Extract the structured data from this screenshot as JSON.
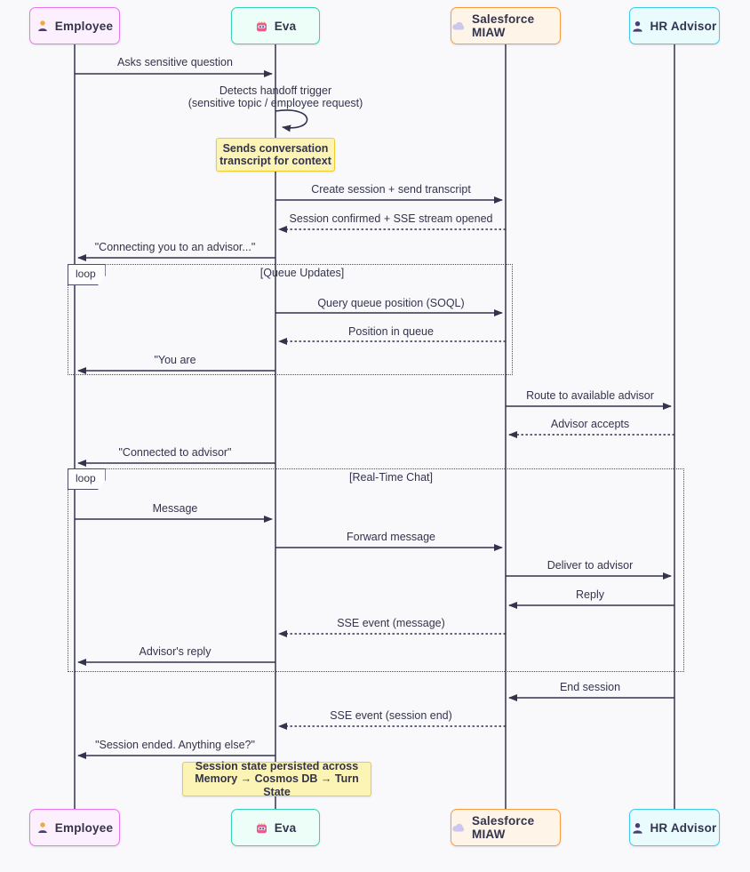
{
  "diagram_type": "sequence-diagram",
  "colors": {
    "background": "#F9F9FB",
    "text": "#33334D",
    "line": "#33334D",
    "employee_border": "#EA75EE",
    "employee_fill": "#FDF0FE",
    "eva_border": "#34D3B2",
    "eva_fill": "#EDFDF8",
    "miaw_border": "#F79B3E",
    "miaw_fill": "#FEF4E8",
    "hr_border": "#3ECDE8",
    "hr_fill": "#EAFBFE",
    "note_border": "#EDCE2E",
    "note_fill": "#FCF4B5"
  },
  "actors": [
    {
      "name": "Employee",
      "icon": "person-icon"
    },
    {
      "name": "Eva",
      "icon": "robot-icon"
    },
    {
      "name": "Salesforce MIAW",
      "icon": "cloud-icon"
    },
    {
      "name": "HR Advisor",
      "icon": "bust-silhouette-icon"
    }
  ],
  "messages": [
    {
      "label": "Asks sensitive question",
      "from": "Employee",
      "to": "Eva",
      "style": "solid"
    },
    {
      "label": "Detects handoff trigger",
      "label2": "(sensitive topic / employee request)",
      "from": "Eva",
      "to": "Eva",
      "style": "self"
    },
    {
      "label": "Create session + send transcript",
      "from": "Eva",
      "to": "Salesforce MIAW",
      "style": "solid"
    },
    {
      "label": "Session confirmed + SSE stream opened",
      "from": "Salesforce MIAW",
      "to": "Eva",
      "style": "dotted"
    },
    {
      "label": "\"Connecting you to an advisor...\"",
      "from": "Eva",
      "to": "Employee",
      "style": "solid"
    },
    {
      "label": "Query queue position (SOQL)",
      "from": "Eva",
      "to": "Salesforce MIAW",
      "style": "solid"
    },
    {
      "label": "Position in queue",
      "from": "Salesforce MIAW",
      "to": "Eva",
      "style": "dotted"
    },
    {
      "label": "\"You are",
      "from": "Eva",
      "to": "Employee",
      "style": "solid"
    },
    {
      "label": "Route to available advisor",
      "from": "Salesforce MIAW",
      "to": "HR Advisor",
      "style": "solid"
    },
    {
      "label": "Advisor accepts",
      "from": "HR Advisor",
      "to": "Salesforce MIAW",
      "style": "dotted"
    },
    {
      "label": "\"Connected to advisor\"",
      "from": "Eva",
      "to": "Employee",
      "style": "solid"
    },
    {
      "label": "Message",
      "from": "Employee",
      "to": "Eva",
      "style": "solid"
    },
    {
      "label": "Forward message",
      "from": "Eva",
      "to": "Salesforce MIAW",
      "style": "solid"
    },
    {
      "label": "Deliver to advisor",
      "from": "Salesforce MIAW",
      "to": "HR Advisor",
      "style": "solid"
    },
    {
      "label": "Reply",
      "from": "HR Advisor",
      "to": "Salesforce MIAW",
      "style": "solid"
    },
    {
      "label": "SSE event (message)",
      "from": "Salesforce MIAW",
      "to": "Eva",
      "style": "dotted"
    },
    {
      "label": "Advisor's reply",
      "from": "Eva",
      "to": "Employee",
      "style": "solid"
    },
    {
      "label": "End session",
      "from": "HR Advisor",
      "to": "Salesforce MIAW",
      "style": "solid"
    },
    {
      "label": "SSE event (session end)",
      "from": "Salesforce MIAW",
      "to": "Eva",
      "style": "dotted"
    },
    {
      "label": "\"Session ended. Anything else?\"",
      "from": "Eva",
      "to": "Employee",
      "style": "solid"
    }
  ],
  "notes": [
    {
      "line1": "Sends conversation",
      "line2": "transcript for context"
    },
    {
      "line1": "Session state persisted across",
      "line2": "Memory → Cosmos DB → Turn State"
    }
  ],
  "loops": [
    {
      "badge": "loop",
      "title": "[Queue Updates]"
    },
    {
      "badge": "loop",
      "title": "[Real-Time Chat]"
    }
  ]
}
